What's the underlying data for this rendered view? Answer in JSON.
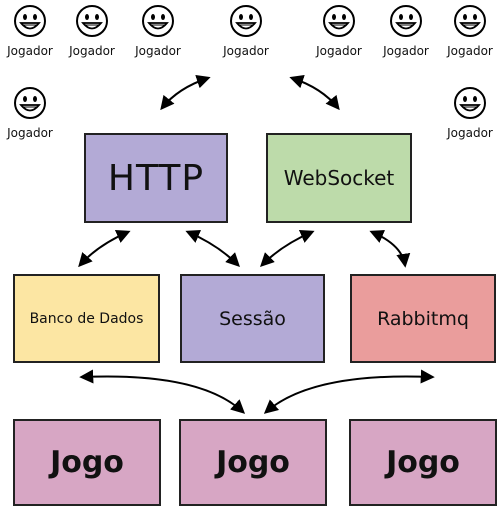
{
  "players": [
    {
      "label": "Jogador"
    },
    {
      "label": "Jogador"
    },
    {
      "label": "Jogador"
    },
    {
      "label": "Jogador"
    },
    {
      "label": "Jogador"
    },
    {
      "label": "Jogador"
    },
    {
      "label": "Jogador"
    },
    {
      "label": "Jogador"
    },
    {
      "label": "Jogador"
    }
  ],
  "nodes": {
    "http": "HTTP",
    "websocket": "WebSocket",
    "database": "Banco de Dados",
    "session": "Sessão",
    "rabbitmq": "Rabbitmq",
    "games": [
      "Jogo",
      "Jogo",
      "Jogo"
    ]
  },
  "colors": {
    "http": "#b3aad6",
    "websocket": "#bddbaa",
    "database": "#fce6a3",
    "session": "#b3aad6",
    "rabbitmq": "#ea9d9c",
    "game": "#d7a6c4"
  }
}
